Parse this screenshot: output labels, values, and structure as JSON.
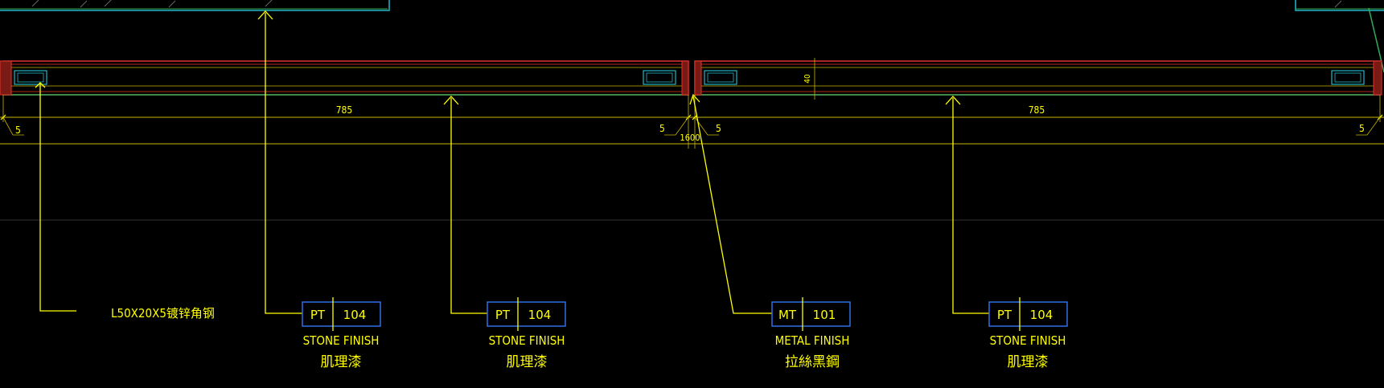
{
  "drawing": {
    "dimensions": {
      "left_span": "785",
      "right_span": "785",
      "total": "1600",
      "gap_left_end": "5",
      "gap_center_left": "5",
      "gap_center_right": "5",
      "gap_right_end": "5",
      "thickness": "40"
    },
    "callouts": [
      {
        "code": "PT",
        "number": "104",
        "name_en": "STONE FINISH",
        "name_zh": "肌理漆"
      },
      {
        "code": "PT",
        "number": "104",
        "name_en": "STONE FINISH",
        "name_zh": "肌理漆"
      },
      {
        "code": "MT",
        "number": "101",
        "name_en": "METAL FINISH",
        "name_zh": "拉絲黑鋼"
      },
      {
        "code": "PT",
        "number": "104",
        "name_en": "STONE FINISH",
        "name_zh": "肌理漆"
      }
    ],
    "note": {
      "text": "L50X20X5镀锌角钢"
    }
  },
  "colors": {
    "background": "#000000",
    "leader": "#ffff00",
    "dimension": "#c8b400",
    "outline_red": "#e0322a",
    "tag_box": "#2f6fe8",
    "cyan": "#22b8c8",
    "green": "#2fae5a",
    "text": "#ffff00"
  }
}
